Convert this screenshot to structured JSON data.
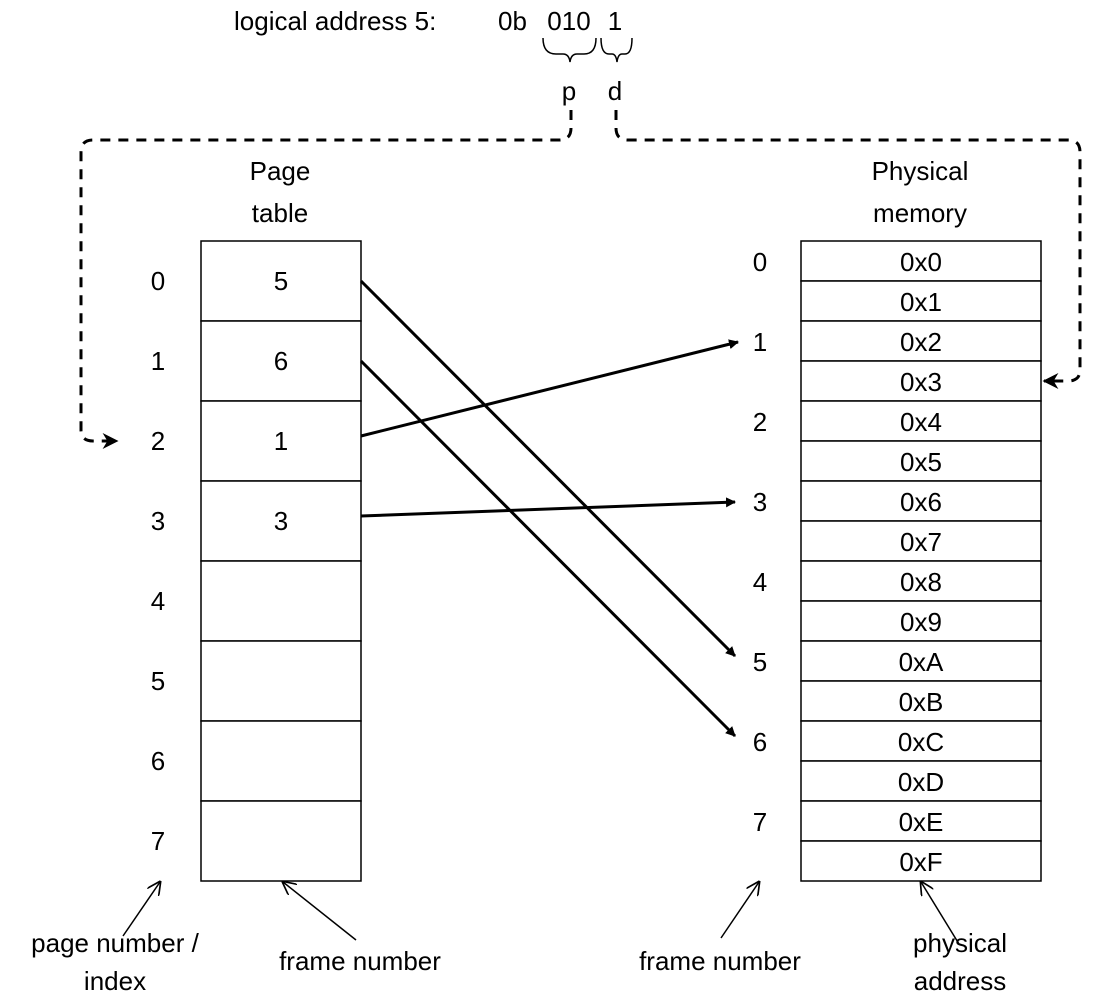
{
  "logical_address": {
    "prefix": "logical address 5:",
    "base": "0b",
    "page_bits": "010",
    "offset_bits": "1",
    "p_label": "p",
    "d_label": "d"
  },
  "page_table": {
    "title_line1": "Page",
    "title_line2": "table",
    "indices": [
      "0",
      "1",
      "2",
      "3",
      "4",
      "5",
      "6",
      "7"
    ],
    "frames": [
      "5",
      "6",
      "1",
      "3",
      "",
      "",
      "",
      ""
    ],
    "index_caption_line1": "page number /",
    "index_caption_line2": "index",
    "frame_caption": "frame number"
  },
  "physical_memory": {
    "title_line1": "Physical",
    "title_line2": "memory",
    "addresses": [
      "0x0",
      "0x1",
      "0x2",
      "0x3",
      "0x4",
      "0x5",
      "0x6",
      "0x7",
      "0x8",
      "0x9",
      "0xA",
      "0xB",
      "0xC",
      "0xD",
      "0xE",
      "0xF"
    ],
    "frame_numbers": [
      "0",
      "1",
      "2",
      "3",
      "4",
      "5",
      "6",
      "7"
    ],
    "frame_caption": "frame number",
    "address_caption_line1": "physical",
    "address_caption_line2": "address"
  },
  "mappings": [
    {
      "page": 0,
      "frame": 5
    },
    {
      "page": 1,
      "frame": 6
    },
    {
      "page": 2,
      "frame": 1
    },
    {
      "page": 3,
      "frame": 3
    }
  ],
  "colors": {
    "line": "#000000",
    "background": "#ffffff"
  }
}
